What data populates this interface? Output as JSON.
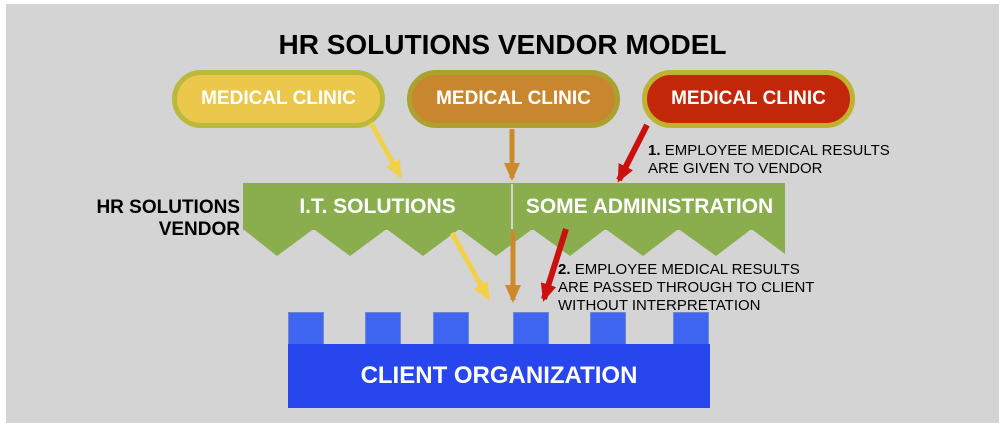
{
  "page": {
    "background": "#ffffff",
    "panel_color": "#d4d4d4"
  },
  "title": "HR SOLUTIONS VENDOR MODEL",
  "clinics": [
    {
      "label": "MEDICAL CLINIC",
      "fill": "#ebc84c",
      "border": "#b9b93b"
    },
    {
      "label": "MEDICAL CLINIC",
      "fill": "#c8872e",
      "border": "#aaa12f"
    },
    {
      "label": "MEDICAL CLINIC",
      "fill": "#c12708",
      "border": "#bfb22e"
    }
  ],
  "vendor": {
    "side_label": "HR SOLUTIONS VENDOR",
    "cells": [
      {
        "label": "I.T. SOLUTIONS"
      },
      {
        "label": "SOME ADMINISTRATION"
      }
    ],
    "color": "#8aad4e",
    "divider_color": "#d6d9d2"
  },
  "annotations": [
    {
      "number": "1.",
      "text": "EMPLOYEE MEDICAL RESULTS ARE GIVEN TO VENDOR"
    },
    {
      "number": "2.",
      "text": "EMPLOYEE MEDICAL RESULTS ARE PASSED THROUGH TO CLIENT WITHOUT INTERPRETATION"
    }
  ],
  "client": {
    "label": "CLIENT ORGANIZATION",
    "body_color": "#2846ee",
    "tooth_color": "#3f66f0"
  },
  "colors": {
    "arrow_yellow": "#f3d049",
    "arrow_orange": "#cc8a2d",
    "arrow_red": "#cc100e",
    "text_black": "#000000",
    "text_white": "#ffffff"
  }
}
